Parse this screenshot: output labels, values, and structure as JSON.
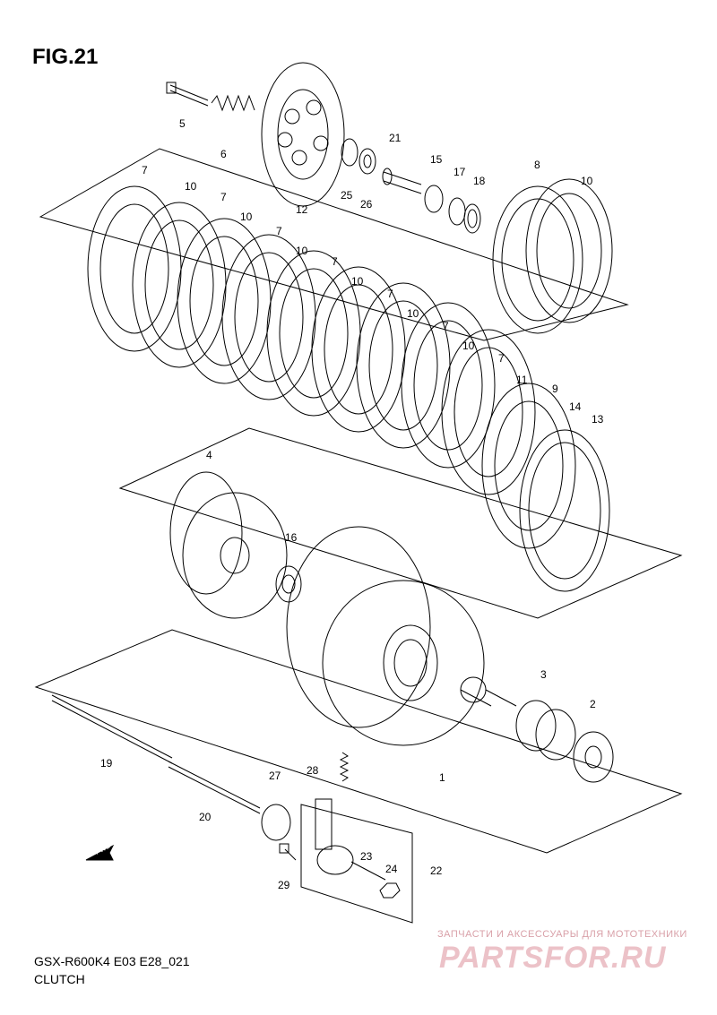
{
  "figure": {
    "title": "FIG.21"
  },
  "footer": {
    "model": "GSX-R600K4 E03 E28_021",
    "name": "CLUTCH"
  },
  "watermark": {
    "tagline": "ЗАПЧАСТИ И АКСЕССУАРЫ ДЛЯ МОТОТЕХНИКИ",
    "logo": "PARTSFOR.RU"
  },
  "direction_label": "FWD",
  "callouts": [
    "1",
    "2",
    "3",
    "4",
    "5",
    "6",
    "7",
    "8",
    "9",
    "10",
    "11",
    "12",
    "13",
    "14",
    "15",
    "16",
    "17",
    "18",
    "19",
    "20",
    "21",
    "22",
    "23",
    "24",
    "25",
    "26",
    "27",
    "28",
    "29"
  ],
  "colors": {
    "line": "#000000",
    "watermark": "#e8b4bc"
  }
}
